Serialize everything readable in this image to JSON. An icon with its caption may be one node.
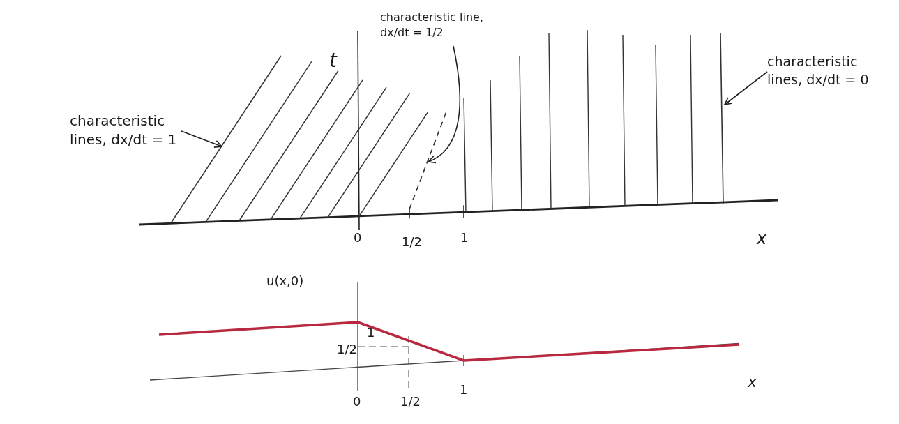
{
  "diagram": {
    "nodes": [
      {
        "text": [
          "characteristic lines, dx/dt = 1"
        ]
      },
      {
        "text": [
          "characteristic line, dx/dt = 1/2"
        ]
      },
      {
        "text": [
          "characteristic lines, dx/dt = 0"
        ]
      },
      {
        "text": [],
        "shape": "line"
      },
      {
        "text": [],
        "shape": "line"
      },
      {
        "text": [],
        "shape": "line"
      }
    ],
    "edges": [
      {
        "from": 0,
        "to": 3,
        "arrow": "to"
      },
      {
        "from": 1,
        "to": 4,
        "arrow": "to"
      },
      {
        "from": 2,
        "to": 5,
        "arrow": "to"
      }
    ],
    "labels": [
      "t",
      "0",
      "1/2",
      "1",
      "x",
      "u(x,0)",
      "1",
      "1/2",
      "0",
      "1/2",
      "1",
      "x"
    ]
  }
}
